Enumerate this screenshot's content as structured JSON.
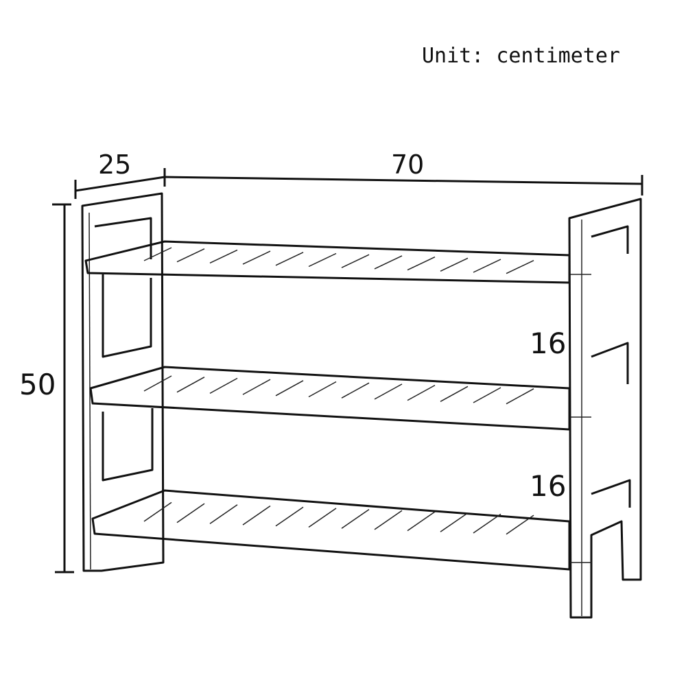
{
  "unit_label": "Unit: centimeter",
  "dimensions": {
    "depth": "25",
    "width": "70",
    "height": "50",
    "shelf_gap_upper": "16",
    "shelf_gap_lower": "16"
  }
}
